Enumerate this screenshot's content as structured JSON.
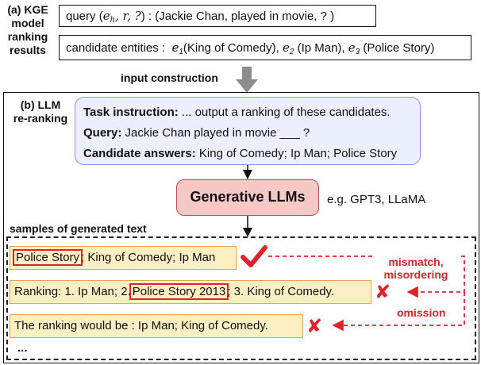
{
  "section_a": {
    "label_lines": [
      "(a) KGE",
      "model",
      "ranking",
      "results"
    ],
    "query": {
      "prefix": "query (",
      "e_h_base": "e",
      "e_h_sub": "h",
      "rel": "r",
      "unknown": "?",
      "mid": ") :  (Jackie Chan, played in movie, ? )"
    },
    "candidates": {
      "prefix": "candidate entities :",
      "items": [
        {
          "sym": "e",
          "sub": "1",
          "name": "(King of Comedy),"
        },
        {
          "sym": "e",
          "sub": "2",
          "name": " (Ip Man),"
        },
        {
          "sym": "e",
          "sub": "3",
          "name": " (Police Story)"
        }
      ]
    }
  },
  "input_construction": "input construction",
  "section_b": {
    "label_lines": [
      "(b) LLM",
      "re-ranking"
    ],
    "prompt": {
      "task_label": "Task instruction:",
      "task_text": "  ... output a ranking of these candidates.",
      "query_label": "Query:",
      "query_text": " Jackie Chan played in movie ___ ?",
      "cand_label": "Candidate answers:",
      "cand_text": " King of Comedy; Ip Man; Police Story"
    },
    "llm_label": "Generative LLMs",
    "llm_example": "e.g. GPT3, LLaMA",
    "samples_label": "samples of generated text",
    "samples": [
      {
        "highlight": "Police Story",
        "rest": "; King of Comedy; Ip Man",
        "status": "correct"
      },
      {
        "pre": "Ranking: 1. Ip Man; 2.",
        "highlight": "Police Story 2013",
        "post": "; 3. King of Comedy.",
        "status": "wrong"
      },
      {
        "text": "The ranking would be : Ip Man; King of Comedy.",
        "status": "wrong"
      }
    ],
    "ellipsis": "...",
    "annotations": {
      "mismatch": [
        "mismatch,",
        "misordering"
      ],
      "omission": "omission"
    }
  },
  "colors": {
    "prompt_bg": "#eceffd",
    "prompt_border": "#8a92e6",
    "llm_bg": "#f6c8c6",
    "llm_border": "#c0504d",
    "sample_bg": "#fcefc4",
    "sample_border": "#e0a84a",
    "error_red": "#e0232a",
    "arrow_gray": "#8c8c8c"
  }
}
